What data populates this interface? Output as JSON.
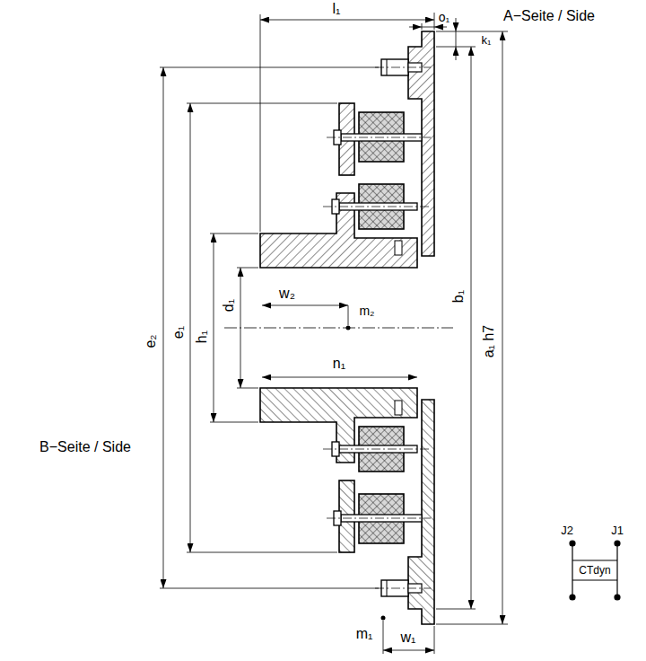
{
  "diagram": {
    "labels": [
      "l₁",
      "o₁",
      "A−Seite / Side",
      "k₁",
      "e₂",
      "e₁",
      "h₁",
      "d₁",
      "w₂",
      "m₂",
      "b₁",
      "a₁ h7",
      "n₁",
      "B−Seite / Side",
      "J2",
      "J1",
      "CTdyn",
      "m₁",
      "w₁"
    ]
  }
}
